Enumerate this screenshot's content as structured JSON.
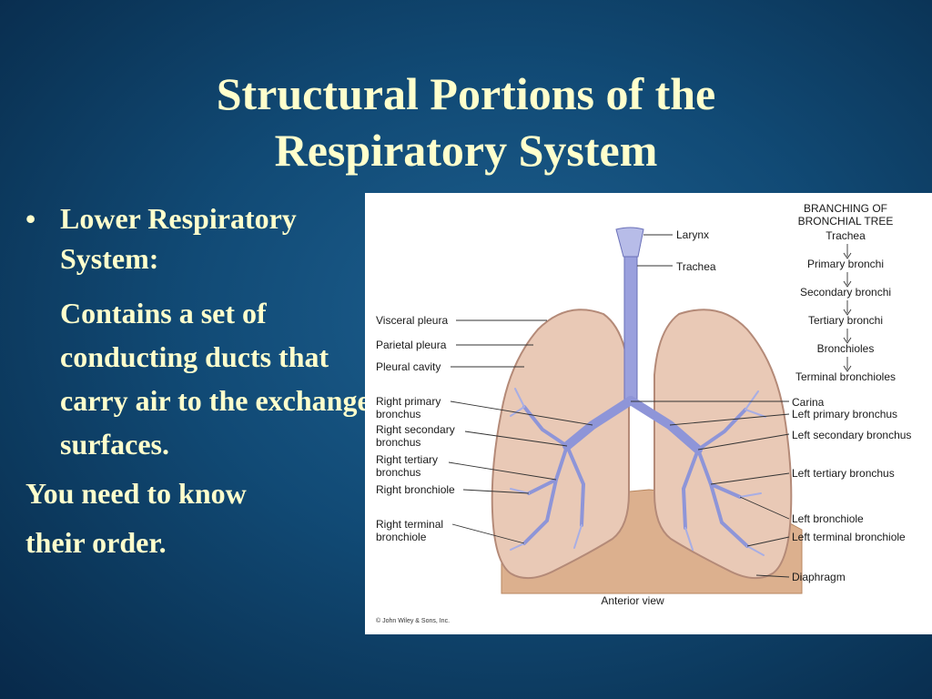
{
  "slide": {
    "title_line1": "Structural Portions of the",
    "title_line2": "Respiratory System",
    "bullet_char": "•",
    "bullet_text": "Lower Respiratory System:",
    "sub_text": "Contains a set of conducting ducts that carry air to the exchange surfaces.",
    "plain_line1": "You need to know",
    "plain_line2": "their  order."
  },
  "figure": {
    "left_labels": {
      "visceral_pleura": "Visceral pleura",
      "parietal_pleura": "Parietal pleura",
      "pleural_cavity": "Pleural cavity",
      "right_primary_1": "Right primary",
      "right_primary_2": "bronchus",
      "right_secondary_1": "Right secondary",
      "right_secondary_2": "bronchus",
      "right_tertiary_1": "Right tertiary",
      "right_tertiary_2": "bronchus",
      "right_bronchiole": "Right bronchiole",
      "right_terminal_1": "Right terminal",
      "right_terminal_2": "bronchiole"
    },
    "top_labels": {
      "larynx": "Larynx",
      "trachea": "Trachea"
    },
    "right_labels": {
      "carina": "Carina",
      "left_primary": "Left primary bronchus",
      "left_secondary": "Left secondary bronchus",
      "left_tertiary": "Left tertiary bronchus",
      "left_bronchiole": "Left bronchiole",
      "left_terminal": "Left terminal bronchiole",
      "diaphragm": "Diaphragm"
    },
    "branching": {
      "title_1": "BRANCHING OF",
      "title_2": "BRONCHIAL TREE",
      "steps": [
        "Trachea",
        "Primary bronchi",
        "Secondary bronchi",
        "Tertiary bronchi",
        "Bronchioles",
        "Terminal bronchioles"
      ]
    },
    "view": "Anterior view",
    "credit": "© John Wiley & Sons, Inc.",
    "colors": {
      "lung": "#e9c9b6",
      "lung_edge": "#b48a78",
      "airway": "#8e95d8",
      "diaphragm": "#dcb08e"
    }
  }
}
